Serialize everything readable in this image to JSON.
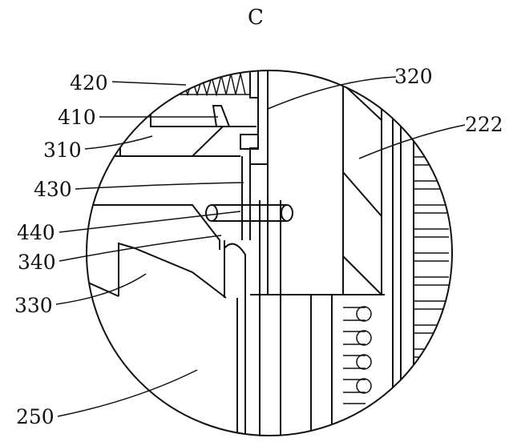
{
  "figure": {
    "view_label": "C",
    "callouts": [
      {
        "id": "420",
        "text": "420"
      },
      {
        "id": "410",
        "text": "410"
      },
      {
        "id": "310",
        "text": "310"
      },
      {
        "id": "430",
        "text": "430"
      },
      {
        "id": "440",
        "text": "440"
      },
      {
        "id": "340",
        "text": "340"
      },
      {
        "id": "330",
        "text": "330"
      },
      {
        "id": "250",
        "text": "250"
      },
      {
        "id": "320",
        "text": "320"
      },
      {
        "id": "222",
        "text": "222"
      }
    ]
  },
  "colors": {
    "line": "#111111",
    "background": "#ffffff"
  }
}
